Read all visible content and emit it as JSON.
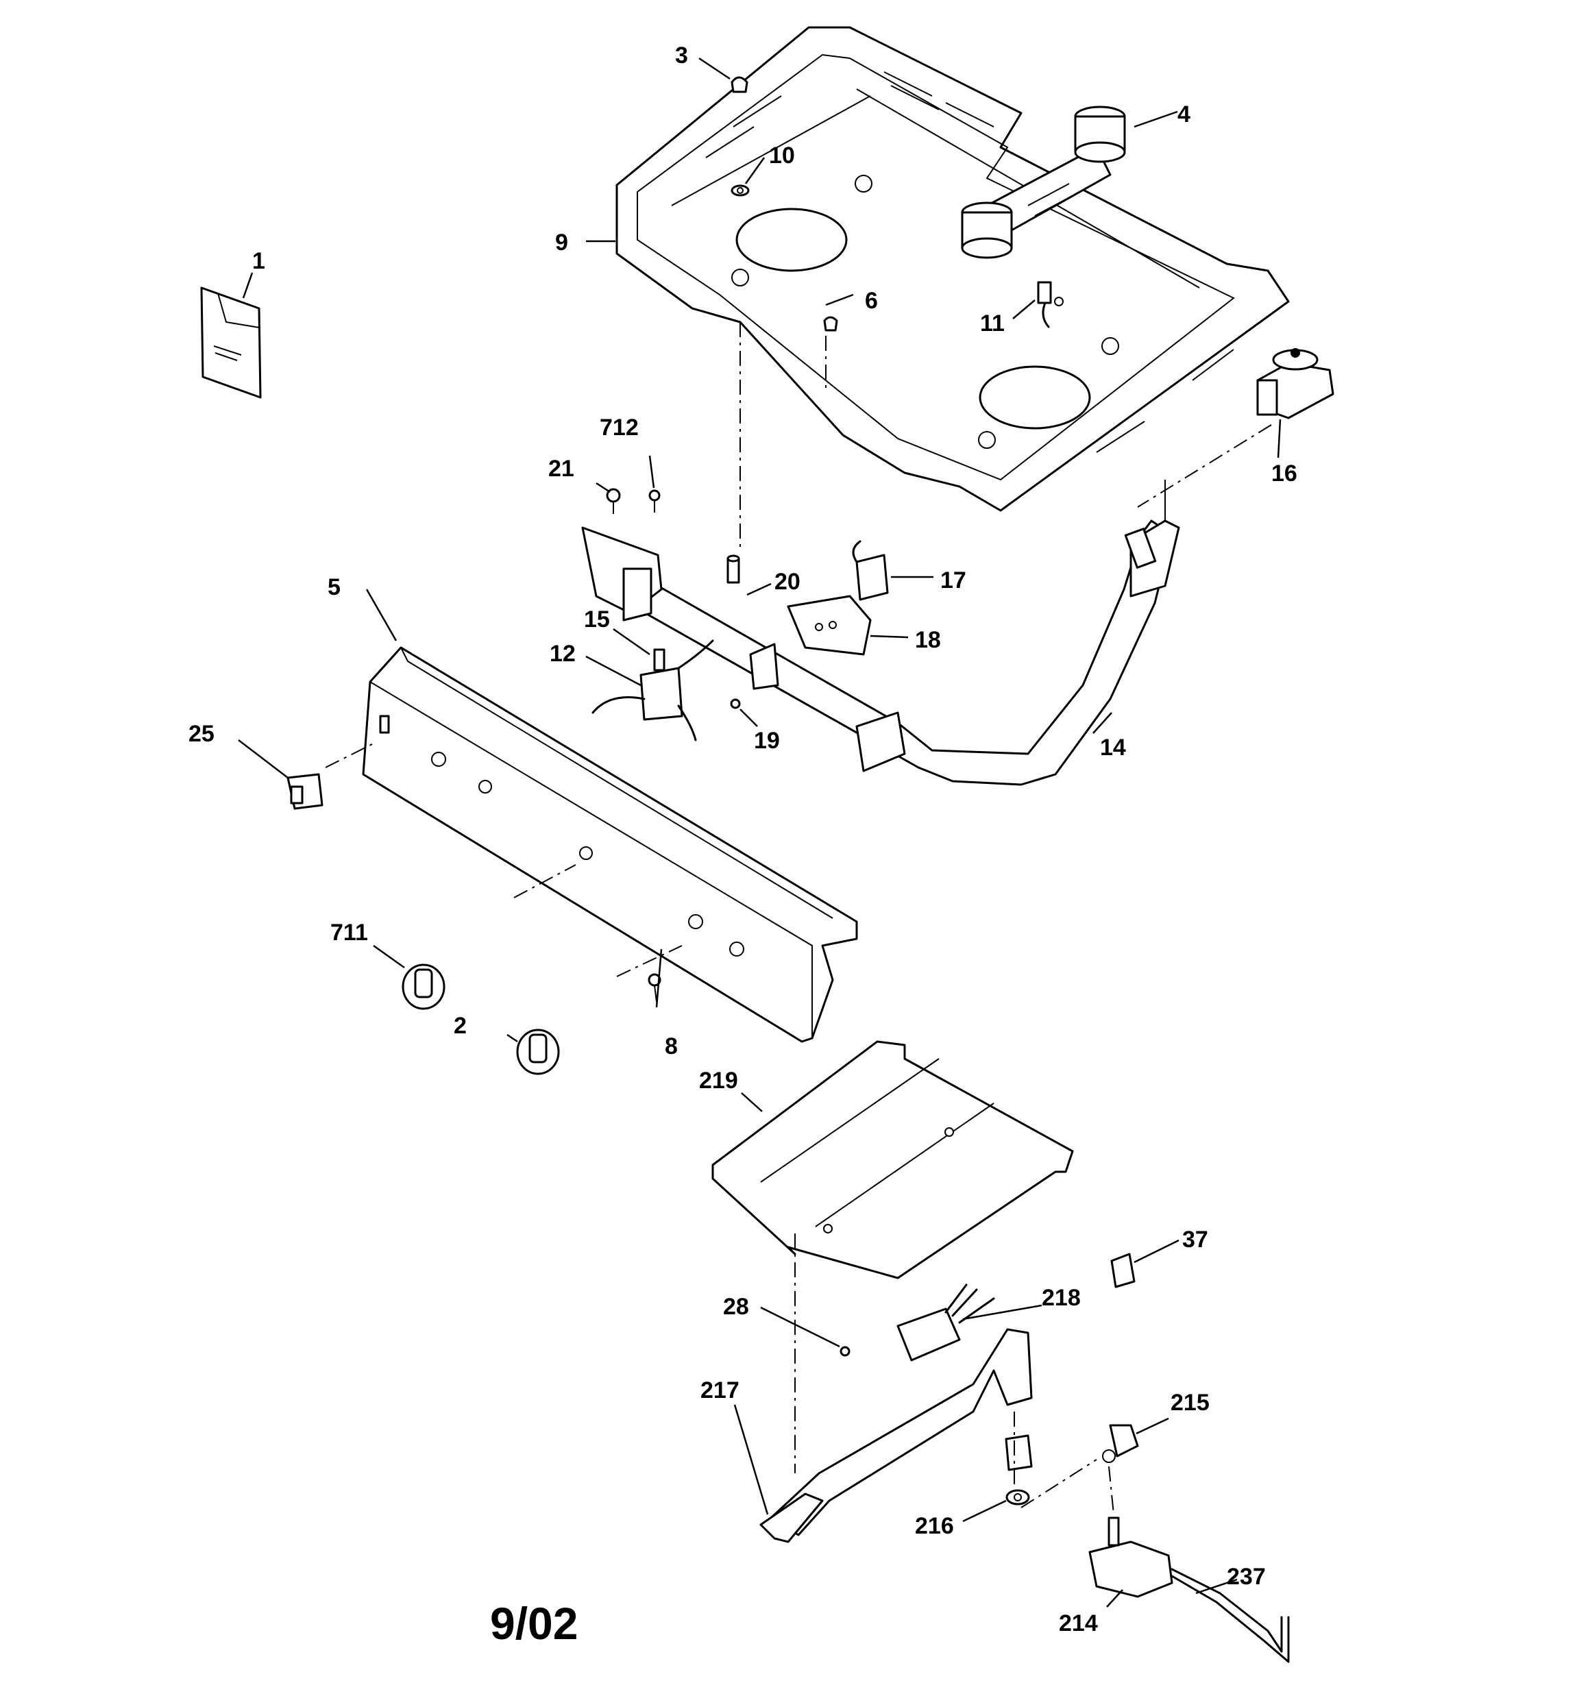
{
  "diagram": {
    "revision": "9/02",
    "callouts": [
      {
        "id": "1",
        "text": "1"
      },
      {
        "id": "2",
        "text": "2"
      },
      {
        "id": "3",
        "text": "3"
      },
      {
        "id": "4",
        "text": "4"
      },
      {
        "id": "5",
        "text": "5"
      },
      {
        "id": "6",
        "text": "6"
      },
      {
        "id": "8",
        "text": "8"
      },
      {
        "id": "9",
        "text": "9"
      },
      {
        "id": "10",
        "text": "10"
      },
      {
        "id": "11",
        "text": "11"
      },
      {
        "id": "12",
        "text": "12"
      },
      {
        "id": "14",
        "text": "14"
      },
      {
        "id": "15",
        "text": "15"
      },
      {
        "id": "16",
        "text": "16"
      },
      {
        "id": "17",
        "text": "17"
      },
      {
        "id": "18",
        "text": "18"
      },
      {
        "id": "19",
        "text": "19"
      },
      {
        "id": "20",
        "text": "20"
      },
      {
        "id": "21",
        "text": "21"
      },
      {
        "id": "25",
        "text": "25"
      },
      {
        "id": "28",
        "text": "28"
      },
      {
        "id": "37",
        "text": "37"
      },
      {
        "id": "214",
        "text": "214"
      },
      {
        "id": "215",
        "text": "215"
      },
      {
        "id": "216",
        "text": "216"
      },
      {
        "id": "217",
        "text": "217"
      },
      {
        "id": "218",
        "text": "218"
      },
      {
        "id": "219",
        "text": "219"
      },
      {
        "id": "237",
        "text": "237"
      },
      {
        "id": "711",
        "text": "711"
      },
      {
        "id": "712",
        "text": "712"
      }
    ]
  }
}
